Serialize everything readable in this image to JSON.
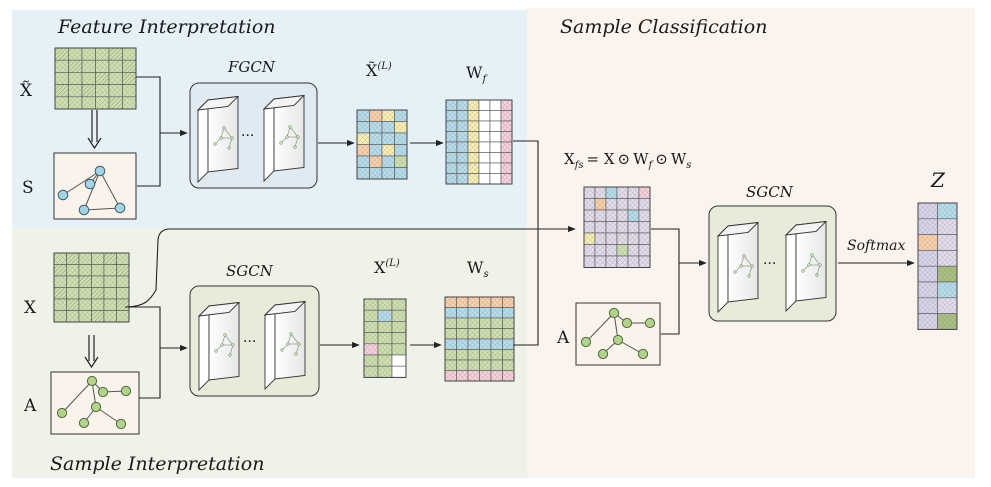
{
  "regions": {
    "feature": {
      "title": "Feature Interpretation"
    },
    "sample": {
      "title": "Sample Interpretation"
    },
    "classification": {
      "title": "Sample Classification"
    }
  },
  "inputs": {
    "x_tilde": "X̃",
    "s": "S",
    "x": "X",
    "a_left": "A",
    "a_right": "A"
  },
  "modules": {
    "fgcn": "FGCN",
    "sgcn_bottom": "SGCN",
    "sgcn_right": "SGCN",
    "dots": "···"
  },
  "outputs": {
    "x_tilde_l_base": "X̃",
    "x_tilde_l_sup": "(L)",
    "x_l_base": "X",
    "x_l_sup": "(L)",
    "wf_base": "W",
    "wf_sub": "f",
    "ws_base": "W",
    "ws_sub": "s"
  },
  "formula": {
    "lhs_base": "X",
    "lhs_sub": "fs",
    "rhs_1": "= X",
    "op": "⊙",
    "rhs_w1": "W",
    "rhs_w1_sub": "f",
    "rhs_w2": "W",
    "rhs_w2_sub": "s"
  },
  "activation": "Softmax",
  "output_label": "Z",
  "colors": {
    "feature_bg": "#e6f1f7",
    "sample_bg": "#eff2e8",
    "classification_bg": "#fbf3ee",
    "cell_green": "#cddfae",
    "cell_blue": "#b5dceb",
    "cell_orange": "#f9cfa9",
    "cell_yellow": "#f8eeb3",
    "cell_pink": "#f5cfd9",
    "cell_purple": "#d9d3ea",
    "cell_lavender": "#e2dbeb",
    "cell_olive": "#a9bf82",
    "module_fgcn": "#dfeaf2",
    "module_sgcn": "#e6ecd9",
    "graph_node": "#a5d3e3",
    "graph_node_green": "#b3d28f"
  }
}
